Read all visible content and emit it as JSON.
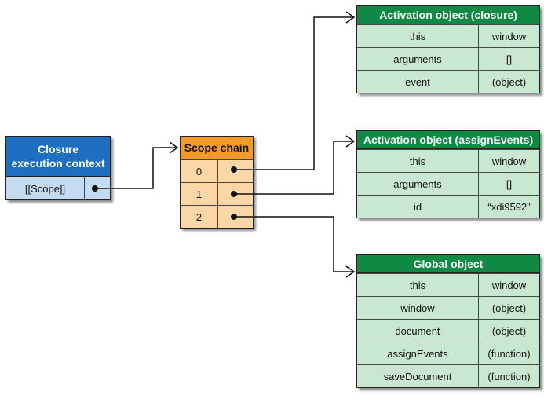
{
  "closure": {
    "title_line1": "Closure",
    "title_line2": "execution context",
    "scope_label": "[[Scope]]"
  },
  "scope_chain": {
    "title": "Scope chain",
    "indices": [
      "0",
      "1",
      "2"
    ]
  },
  "activation_closure": {
    "title": "Activation object (closure)",
    "rows": [
      {
        "name": "this",
        "value": "window"
      },
      {
        "name": "arguments",
        "value": "[]"
      },
      {
        "name": "event",
        "value": "(object)"
      }
    ]
  },
  "activation_assign": {
    "title": "Activation object (assignEvents)",
    "rows": [
      {
        "name": "this",
        "value": "window"
      },
      {
        "name": "arguments",
        "value": "[]"
      },
      {
        "name": "id",
        "value": "“xdi9592”"
      }
    ]
  },
  "global": {
    "title": "Global object",
    "rows": [
      {
        "name": "this",
        "value": "window"
      },
      {
        "name": "window",
        "value": "(object)"
      },
      {
        "name": "document",
        "value": "(object)"
      },
      {
        "name": "assignEvents",
        "value": "(function)"
      },
      {
        "name": "saveDocument",
        "value": "(function)"
      }
    ]
  },
  "colors": {
    "green_header": "#0f8a44",
    "green_row": "#c9e8d1",
    "blue_header": "#1e6fc2",
    "blue_row": "#c3dcf1",
    "orange_header": "#f39a2b",
    "orange_row": "#fbd7a8"
  }
}
